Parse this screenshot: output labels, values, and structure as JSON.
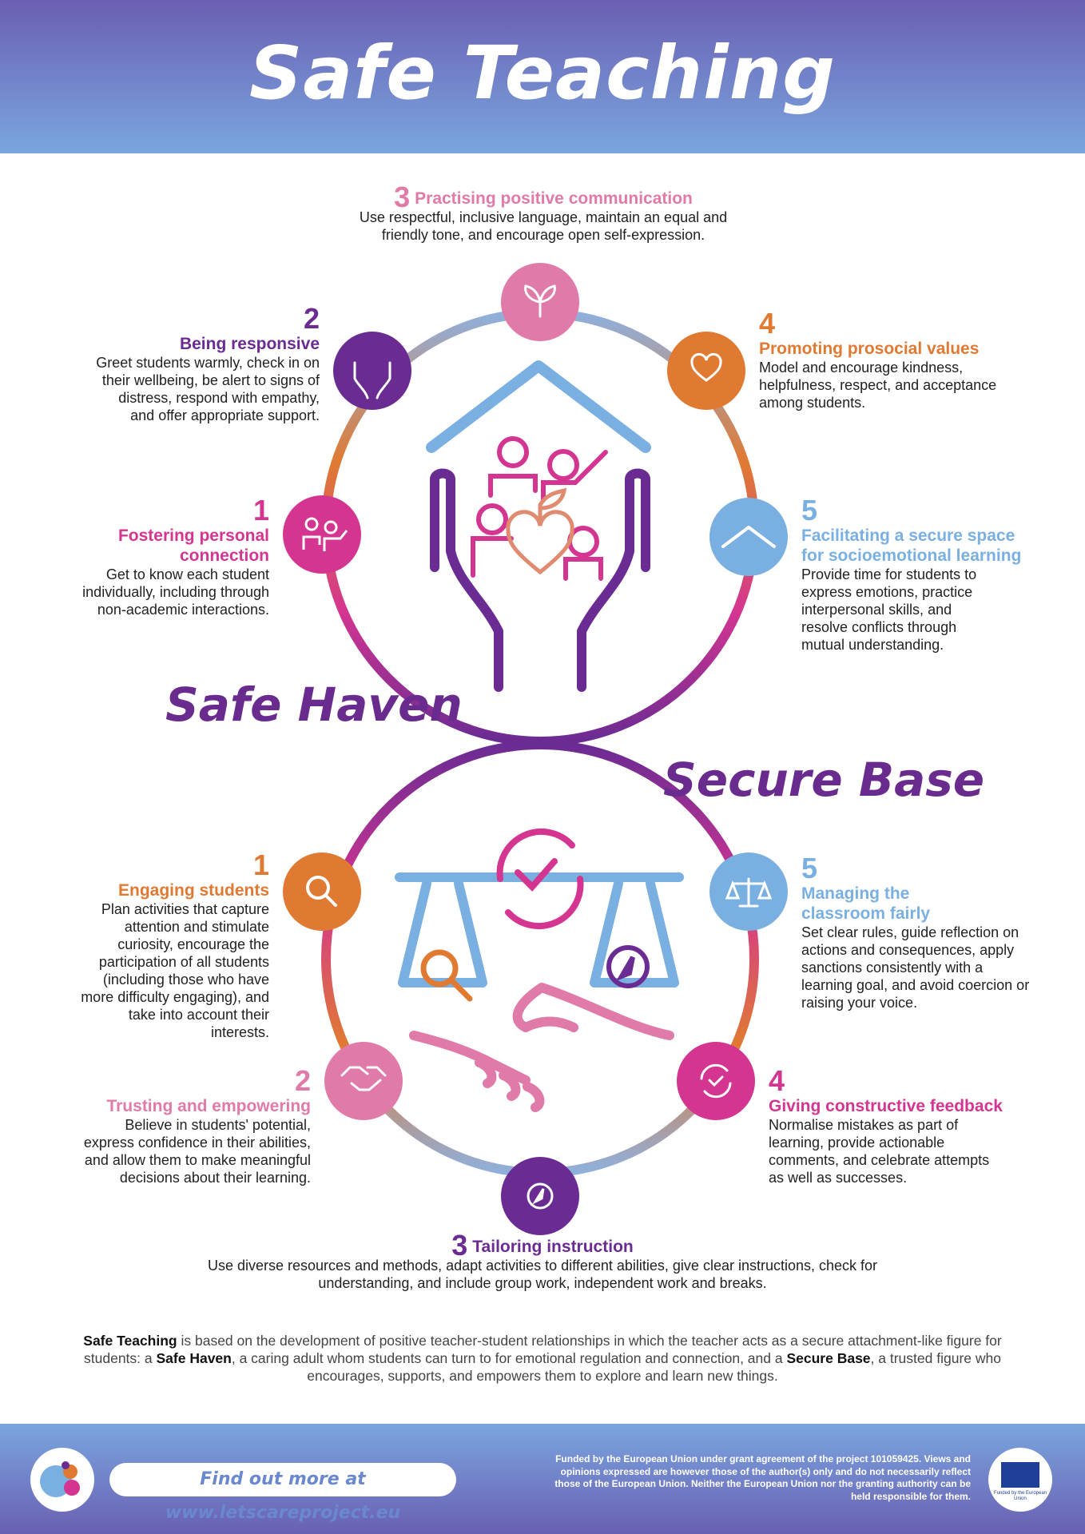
{
  "title": "Safe Teaching",
  "labels": {
    "safe_haven": "Safe Haven",
    "secure_base": "Secure Base"
  },
  "haven": [
    {
      "num": "1",
      "heading": "Fostering personal\nconnection",
      "text": "Get to know each student individually, including through non-academic interactions."
    },
    {
      "num": "2",
      "heading": "Being responsive",
      "text": "Greet students warmly, check in on their wellbeing, be alert to signs of distress, respond with empathy, and offer appropriate support."
    },
    {
      "num": "3",
      "heading": "Practising positive communication",
      "text": "Use respectful, inclusive language, maintain an equal and friendly tone, and encourage open self-expression."
    },
    {
      "num": "4",
      "heading": "Promoting prosocial values",
      "text": "Model and encourage kindness, helpfulness, respect, and acceptance among students."
    },
    {
      "num": "5",
      "heading": "Facilitating a secure space\nfor socioemotional learning",
      "text": "Provide time for students to express emotions, practice interpersonal skills, and resolve conflicts through mutual understanding."
    }
  ],
  "base": [
    {
      "num": "1",
      "heading": "Engaging students",
      "text": "Plan activities that capture attention and stimulate curiosity, encourage the participation of all students (including those who have more difficulty engaging), and take into account their interests."
    },
    {
      "num": "2",
      "heading": "Trusting and empowering",
      "text": "Believe in students' potential, express confidence in their abilities, and allow them to make meaningful decisions about their learning."
    },
    {
      "num": "3",
      "heading": "Tailoring instruction",
      "text": "Use diverse resources and methods, adapt activities to different abilities, give clear instructions, check for understanding, and include group work, independent work and breaks."
    },
    {
      "num": "4",
      "heading": "Giving constructive feedback",
      "text": "Normalise mistakes as part of learning, provide actionable comments, and celebrate attempts as well as successes."
    },
    {
      "num": "5",
      "heading": "Managing the\nclassroom fairly",
      "text": "Set clear rules, guide reflection on actions and consequences, apply sanctions consistently with a learning goal, and avoid coercion or raising your voice."
    }
  ],
  "summary": {
    "b1": "Safe Teaching",
    "t1": " is based on the development of positive teacher-student relationships in which the teacher acts as a secure attachment-like figure for students: a ",
    "b2": "Safe Haven",
    "t2": ", a caring adult whom students can turn to for emotional regulation and connection, and a ",
    "b3": "Secure Base",
    "t3": ", a trusted figure who encourages, supports, and empowers them to explore and learn new things."
  },
  "footer": {
    "find_more": "Find out more at www.letscareproject.eu",
    "disclaimer": "Funded by the European Union under grant agreement of the project 101059425. Views and opinions expressed are however those of the author(s) only and do not necessarily reflect those of the European Union. Neither the European Union nor the granting authority can be held responsible for them.",
    "eu_logo_text": "Funded by the European Union"
  },
  "colors": {
    "purple": "#6a2b93",
    "pink": "#e07aa8",
    "orange": "#e07a33",
    "blue": "#7aafe2",
    "magenta": "#d43591"
  },
  "icons": {
    "haven": [
      "people-connection-icon",
      "open-hands-icon",
      "sprout-icon",
      "heart-icon",
      "roof-chevron-icon"
    ],
    "base": [
      "magnifier-icon",
      "handshake-icon",
      "compass-icon",
      "refresh-check-icon",
      "scales-icon"
    ]
  }
}
